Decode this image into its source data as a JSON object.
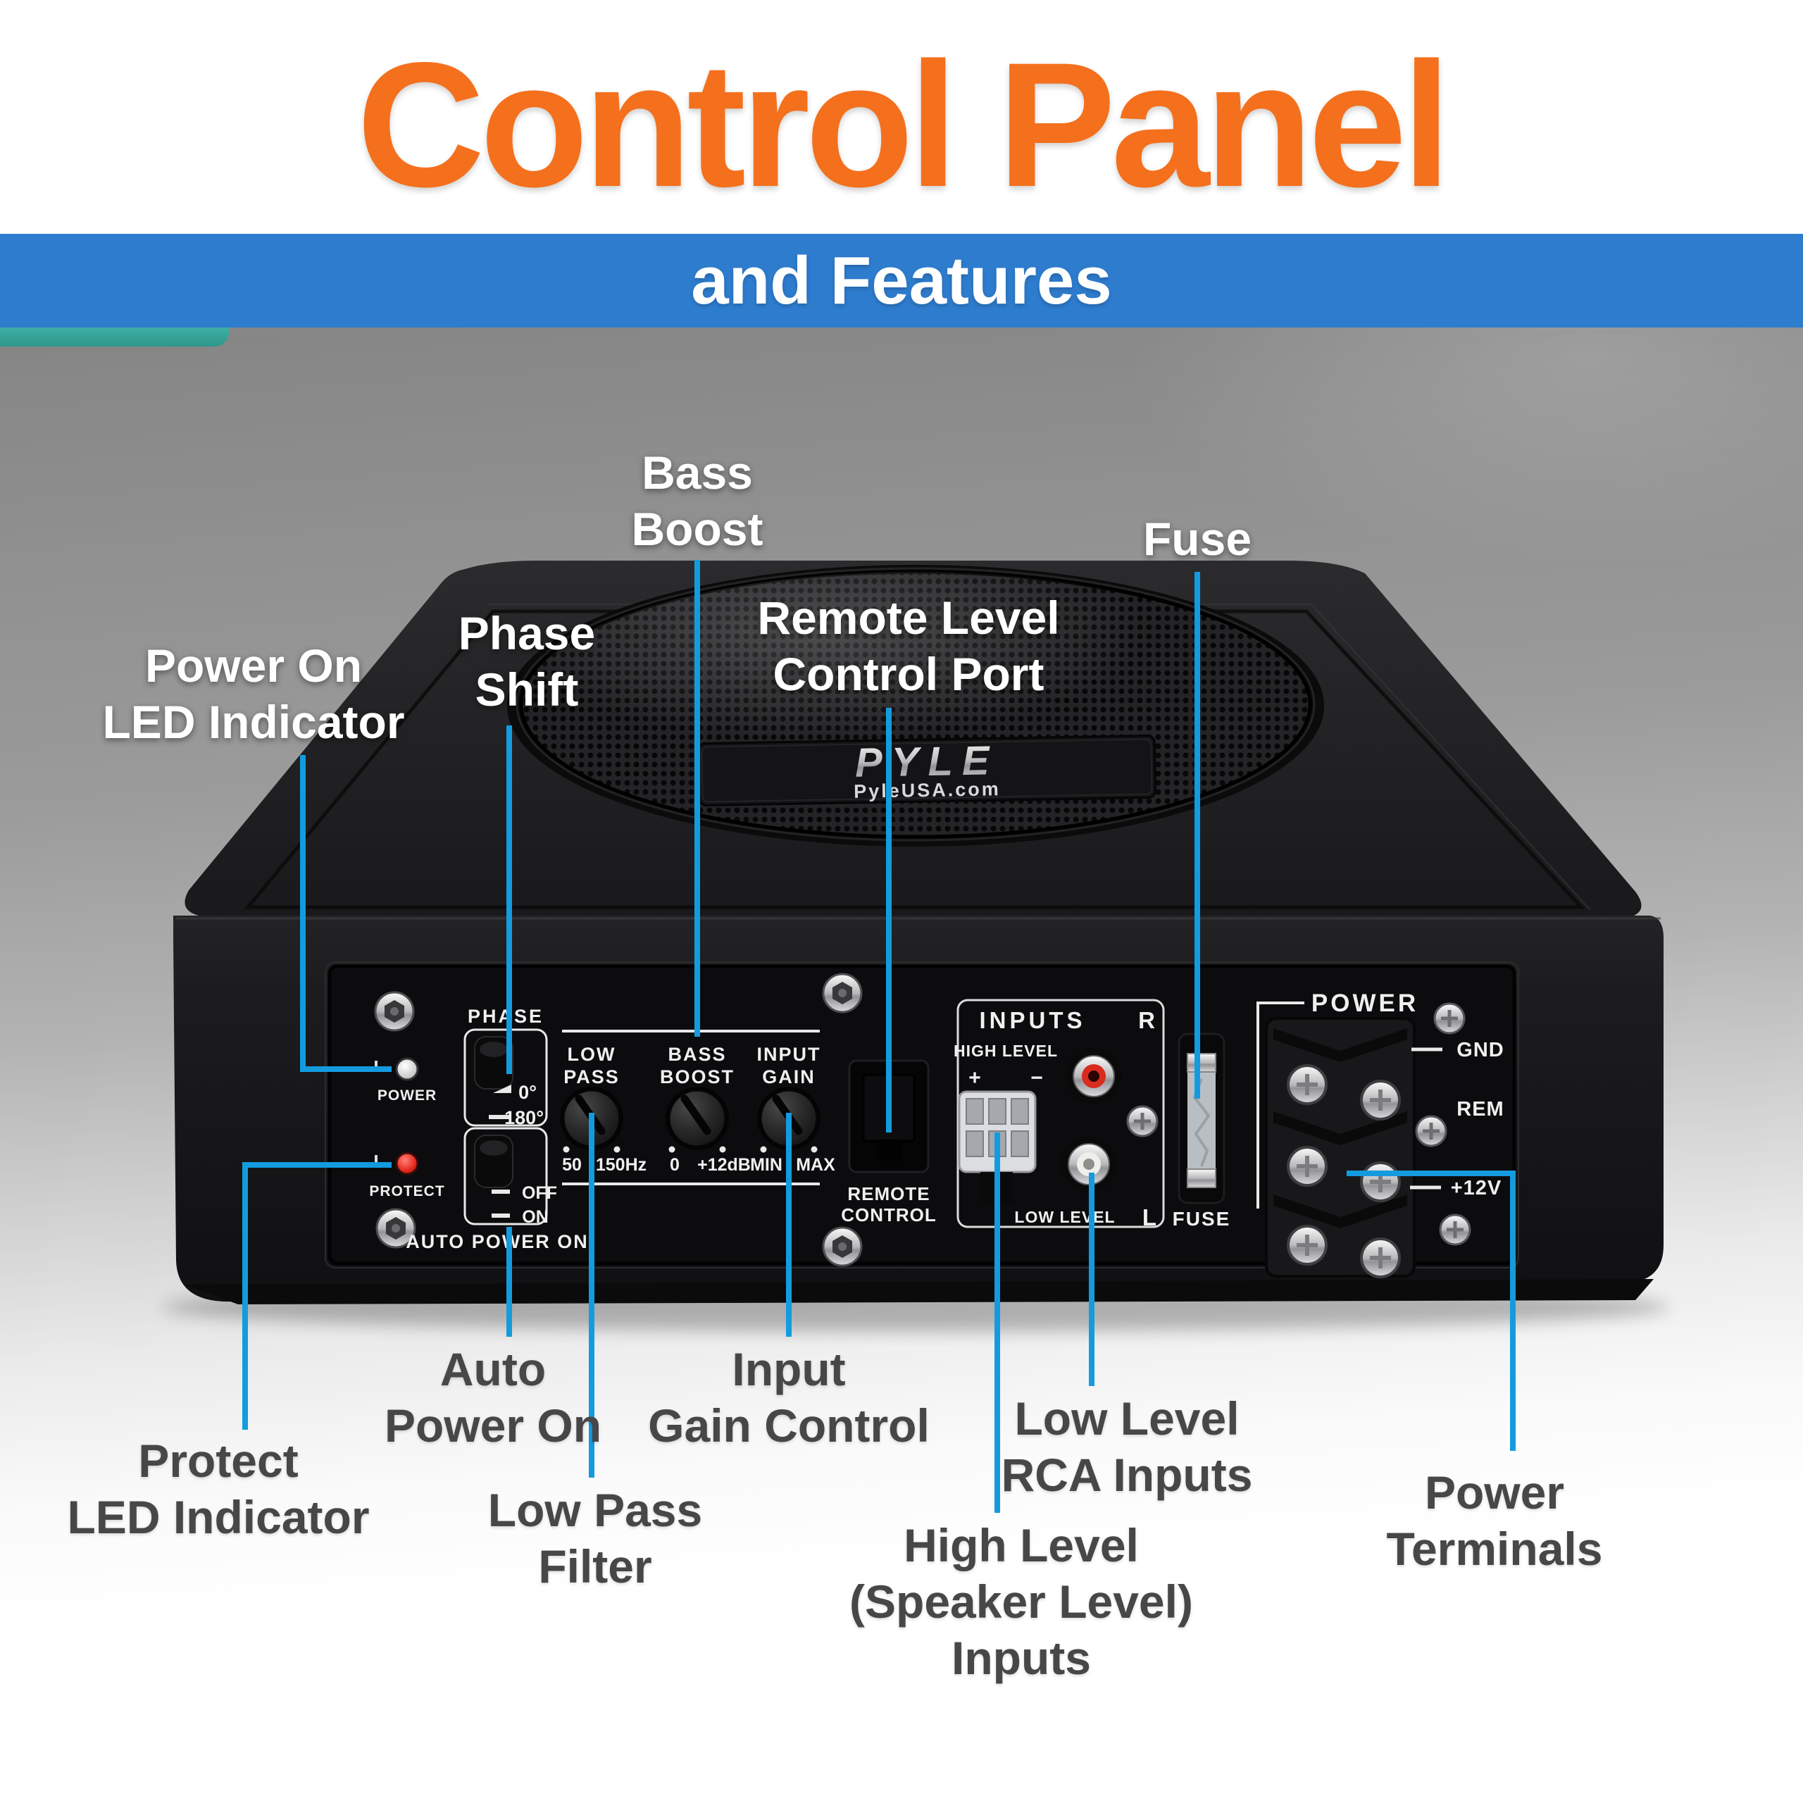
{
  "colors": {
    "accent_orange": "#f4701d",
    "band_blue": "#2e7cce",
    "leader_blue": "#149bdf",
    "label_dark": "#474749",
    "label_light": "#ffffff",
    "protect_led_red": "#e4281c"
  },
  "header": {
    "title": "Control Panel",
    "subtitle": "and Features"
  },
  "callouts": {
    "power_on_led": {
      "lines": [
        "Power On",
        "LED Indicator"
      ]
    },
    "phase_shift": {
      "lines": [
        "Phase",
        "Shift"
      ]
    },
    "bass_boost": {
      "lines": [
        "Bass",
        "Boost"
      ]
    },
    "remote_level": {
      "lines": [
        "Remote Level",
        "Control Port"
      ]
    },
    "fuse": {
      "lines": [
        "Fuse"
      ]
    },
    "protect_led": {
      "lines": [
        "Protect",
        "LED Indicator"
      ]
    },
    "auto_power_on": {
      "lines": [
        "Auto",
        "Power On"
      ]
    },
    "low_pass_filter": {
      "lines": [
        "Low Pass",
        "Filter"
      ]
    },
    "input_gain": {
      "lines": [
        "Input",
        "Gain Control"
      ]
    },
    "high_level": {
      "lines": [
        "High Level",
        "(Speaker Level)",
        "Inputs"
      ]
    },
    "low_level": {
      "lines": [
        "Low Level",
        "RCA Inputs"
      ]
    },
    "power_terminals": {
      "lines": [
        "Power",
        "Terminals"
      ]
    }
  },
  "device": {
    "brand": "PYLE",
    "brand_site": "PyleUSA.com",
    "panel": {
      "power_led": "POWER",
      "protect_led": "PROTECT",
      "phase": {
        "title": "PHASE",
        "deg0": "0°",
        "deg180": "180°"
      },
      "auto": {
        "off": "OFF",
        "on": "ON",
        "caption": "AUTO POWER ON"
      },
      "knobs": [
        {
          "l1": "LOW",
          "l2": "PASS",
          "min": "50",
          "max": "150Hz"
        },
        {
          "l1": "BASS",
          "l2": "BOOST",
          "min": "0",
          "max": "+12dB"
        },
        {
          "l1": "INPUT",
          "l2": "GAIN",
          "min": "MIN",
          "max": "MAX"
        }
      ],
      "remote": {
        "l1": "REMOTE",
        "l2": "CONTROL"
      },
      "inputs": {
        "title": "INPUTS",
        "right": "R",
        "left": "L",
        "high": "HIGH LEVEL",
        "plus": "+",
        "minus": "−",
        "low": "LOW LEVEL"
      },
      "fuse": "FUSE",
      "power": {
        "title": "POWER",
        "gnd": "GND",
        "rem": "REM",
        "v12": "+12V"
      }
    }
  }
}
